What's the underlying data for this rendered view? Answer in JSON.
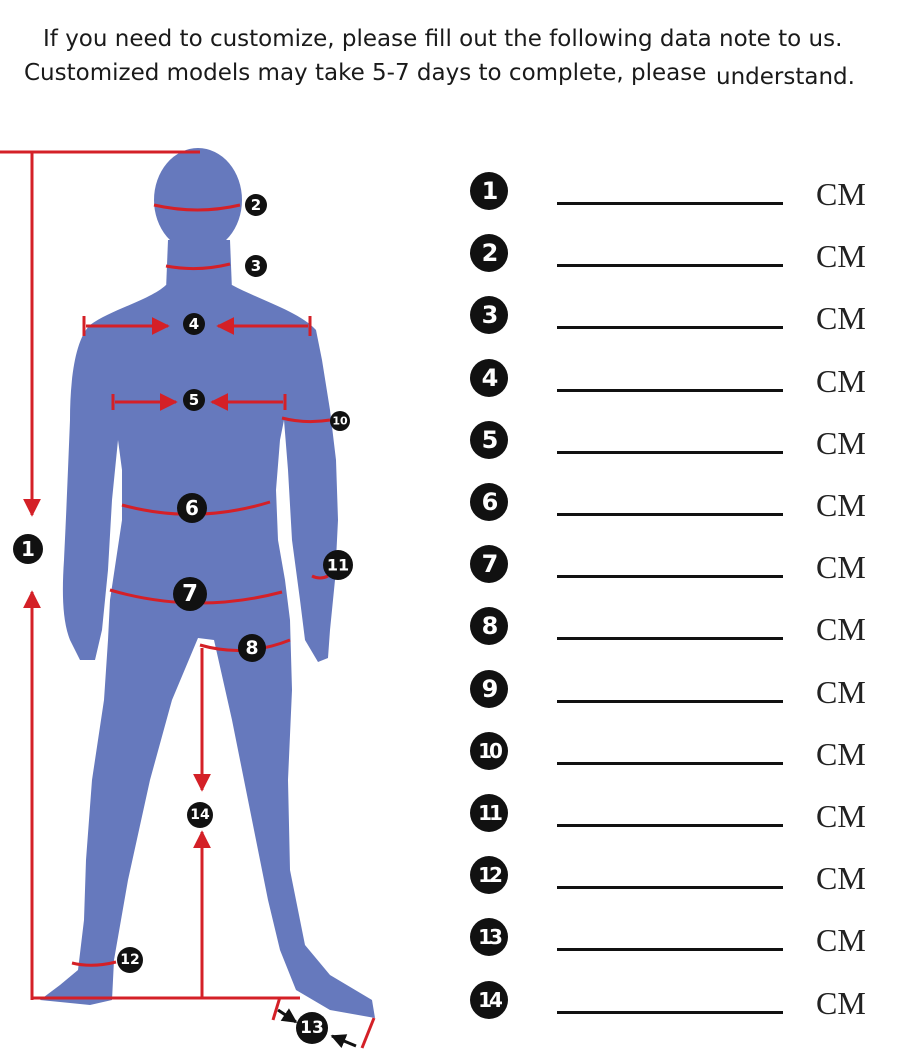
{
  "notice": {
    "line1": "If you need to customize, please fill out the following data note to us.",
    "line2": "Customized models may take 5-7 days to complete, please",
    "line2_tail": "understand."
  },
  "colors": {
    "body_fill": "#6679bd",
    "measure_line": "#d42027",
    "badge": "#111111"
  },
  "figure": {
    "markers": [
      "1",
      "2",
      "3",
      "4",
      "5",
      "6",
      "7",
      "8",
      "10",
      "11",
      "12",
      "13",
      "14"
    ]
  },
  "form": {
    "unit": "CM",
    "rows": [
      {
        "number": "1",
        "value": ""
      },
      {
        "number": "2",
        "value": ""
      },
      {
        "number": "3",
        "value": ""
      },
      {
        "number": "4",
        "value": ""
      },
      {
        "number": "5",
        "value": ""
      },
      {
        "number": "6",
        "value": ""
      },
      {
        "number": "7",
        "value": ""
      },
      {
        "number": "8",
        "value": ""
      },
      {
        "number": "9",
        "value": ""
      },
      {
        "number": "10",
        "value": ""
      },
      {
        "number": "11",
        "value": ""
      },
      {
        "number": "12",
        "value": ""
      },
      {
        "number": "13",
        "value": ""
      },
      {
        "number": "14",
        "value": ""
      }
    ]
  }
}
